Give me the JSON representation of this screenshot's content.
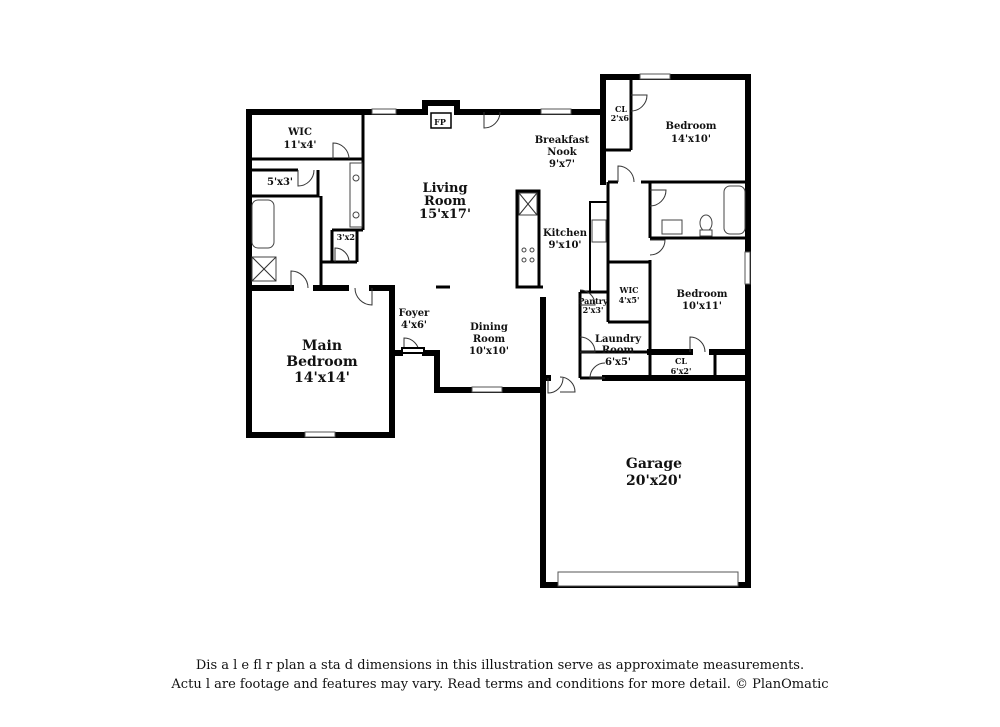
{
  "rooms": {
    "wic_main": {
      "name": "WIC",
      "size": "11'x4'"
    },
    "linen": {
      "size": "5'x3'"
    },
    "closet_small": {
      "size": "3'x2'"
    },
    "main_bedroom": {
      "name_line1": "Main",
      "name_line2": "Bedroom",
      "size": "14'x14'"
    },
    "fireplace": {
      "name": "FP"
    },
    "living_room": {
      "name_line1": "Living",
      "name_line2": "Room",
      "size": "15'x17'"
    },
    "breakfast_nook": {
      "name_line1": "Breakfast",
      "name_line2": "Nook",
      "size": "9'x7'"
    },
    "kitchen": {
      "name": "Kitchen",
      "size": "9'x10'"
    },
    "foyer": {
      "name": "Foyer",
      "size": "4'x6'"
    },
    "dining_room": {
      "name_line1": "Dining",
      "name_line2": "Room",
      "size": "10'x10'"
    },
    "pantry": {
      "name": "Pantry",
      "size": "2'x3'"
    },
    "laundry_room": {
      "name_line1": "Laundry",
      "name_line2": "Room",
      "size": "6'x5'"
    },
    "closet_bed2": {
      "name": "CL",
      "size": "2'x6'"
    },
    "bedroom_2": {
      "name": "Bedroom",
      "size": "14'x10'"
    },
    "wic_bed3": {
      "name": "WIC",
      "size": "4'x5'"
    },
    "bedroom_3": {
      "name": "Bedroom",
      "size": "10'x11'"
    },
    "closet_bed3": {
      "name": "CL",
      "size": "6'x2'"
    },
    "garage": {
      "name": "Garage",
      "size": "20'x20'"
    }
  },
  "disclaimer": {
    "line1": "Dis    a     l e fl    r plan a    sta    d dimensions in this illustration serve as approximate measurements.",
    "line2": "Actu    l     are footage and features may vary. Read terms and conditions for more detail. © PlanOmatic"
  }
}
